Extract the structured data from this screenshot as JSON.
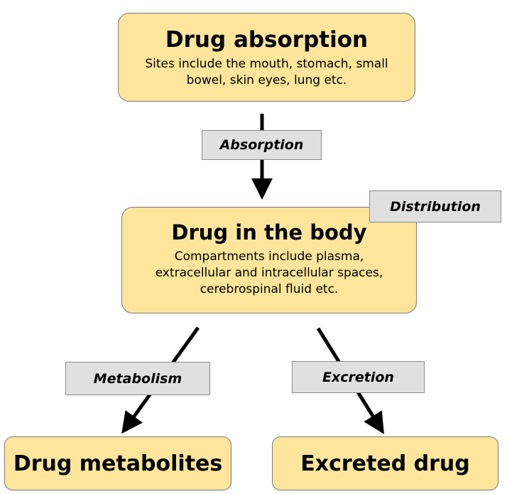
{
  "nodes": {
    "absorption_site": {
      "title": "Drug absorption",
      "body_lines": [
        "Sites include the mouth, stomach, small",
        "bowel, skin eyes, lung etc."
      ]
    },
    "body": {
      "title": "Drug in the body",
      "body_lines": [
        "Compartments include plasma,",
        "extracellular and intracellular spaces,",
        "cerebrospinal fluid etc."
      ]
    },
    "metabolites": {
      "title": "Drug metabolites"
    },
    "excreted": {
      "title": "Excreted drug"
    }
  },
  "edges": {
    "absorption": "Absorption",
    "distribution": "Distribution",
    "metabolism": "Metabolism",
    "excretion": "Excretion"
  },
  "colors": {
    "node_fill": "#fde59c",
    "label_fill": "#e0e0e0",
    "arrow": "#000000"
  }
}
